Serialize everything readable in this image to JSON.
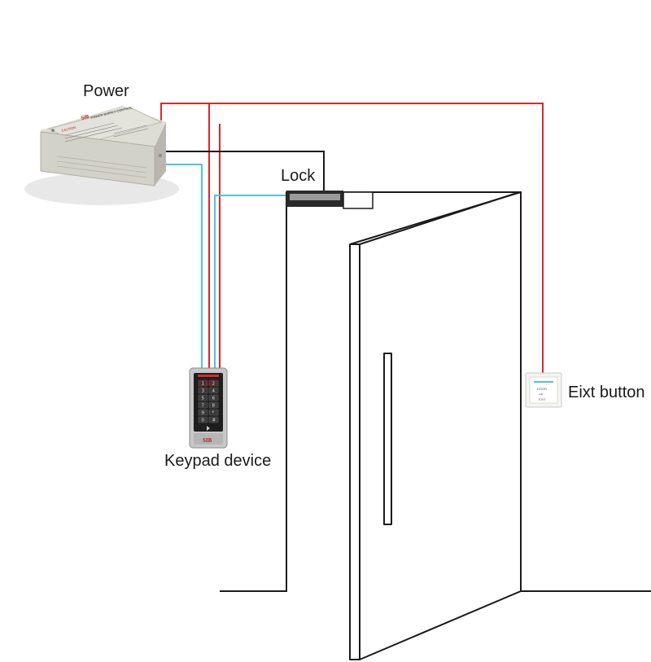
{
  "labels": {
    "power": "Power",
    "lock": "Lock",
    "keypad": "Keypad device",
    "exit_button": "Eixt button"
  },
  "power_supply": {
    "brand": "SIB",
    "model_text": "POWER SUPPLY CONTROL",
    "caution": "CAUTION"
  },
  "keypad": {
    "brand": "SIB",
    "keys": [
      "1",
      "2",
      "3",
      "4",
      "5",
      "6",
      "7",
      "8",
      "9",
      "*",
      "0",
      "#"
    ]
  },
  "exit_button": {
    "line1": "DOOR",
    "line2": "EXIT"
  },
  "colors": {
    "power_wire": "#d9272e",
    "data_wire": "#4fc3e0",
    "door_line": "#1a1a1a"
  }
}
